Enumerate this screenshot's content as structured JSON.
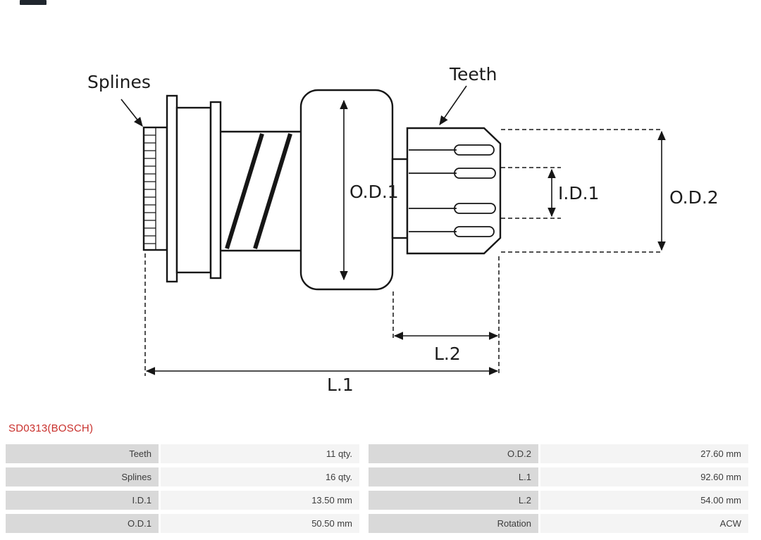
{
  "diagram": {
    "callouts": {
      "splines": "Splines",
      "teeth": "Teeth"
    },
    "dimensions": {
      "od1": "O.D.1",
      "id1": "I.D.1",
      "od2": "O.D.2",
      "l1": "L.1",
      "l2": "L.2"
    }
  },
  "product": {
    "code": "SD0313(BOSCH)"
  },
  "spec_table": {
    "rows": [
      {
        "label_left": "Teeth",
        "value_left": "11 qty.",
        "label_right": "O.D.2",
        "value_right": "27.60 mm"
      },
      {
        "label_left": "Splines",
        "value_left": "16 qty.",
        "label_right": "L.1",
        "value_right": "92.60 mm"
      },
      {
        "label_left": "I.D.1",
        "value_left": "13.50 mm",
        "label_right": "L.2",
        "value_right": "54.00 mm"
      },
      {
        "label_left": "O.D.1",
        "value_left": "50.50 mm",
        "label_right": "Rotation",
        "value_right": "ACW"
      }
    ]
  },
  "colors": {
    "title": "#c9302c",
    "label_cell_bg": "#d9d9d9",
    "value_cell_bg": "#f4f4f4",
    "line": "#161616"
  }
}
